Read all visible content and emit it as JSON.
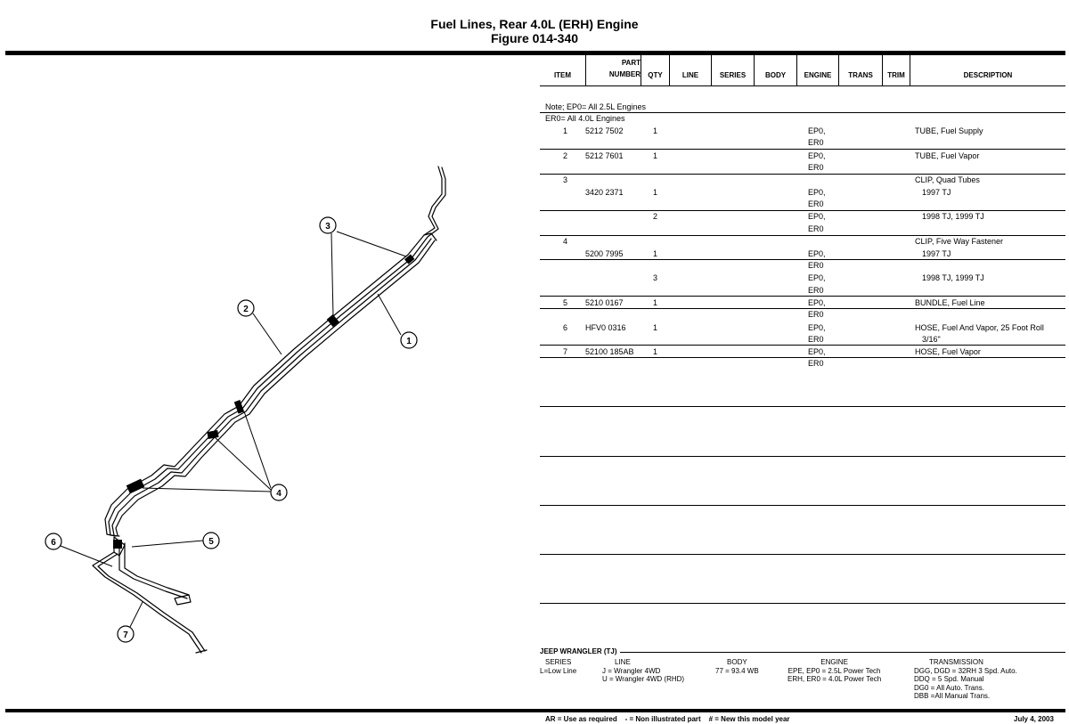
{
  "header": {
    "title": "Fuel Lines, Rear 4.0L (ERH) Engine",
    "figure": "Figure 014-340"
  },
  "diagram": {
    "callouts": [
      "1",
      "2",
      "3",
      "4",
      "5",
      "6",
      "7"
    ]
  },
  "table": {
    "columns": {
      "item": "ITEM",
      "part_top": "PART",
      "part_bottom": "NUMBER",
      "qty": "QTY",
      "line": "LINE",
      "series": "SERIES",
      "body": "BODY",
      "engine": "ENGINE",
      "trans": "TRANS",
      "trim": "TRIM",
      "description": "DESCRIPTION"
    },
    "note1": "Note; EP0= All 2.5L Engines",
    "note2": "ER0= All 4.0L Engines",
    "rows": [
      {
        "item": "1",
        "part": "5212 7502",
        "qty": "1",
        "eng1": "EP0,",
        "eng2": "ER0",
        "desc": "TUBE, Fuel Supply",
        "desc2": ""
      },
      {
        "item": "2",
        "part": "5212 7601",
        "qty": "1",
        "eng1": "EP0,",
        "eng2": "ER0",
        "desc": "TUBE, Fuel Vapor",
        "desc2": ""
      },
      {
        "item": "3",
        "part": "",
        "qty": "",
        "eng1": "",
        "eng2": "",
        "desc": "CLIP, Quad Tubes",
        "desc2": ""
      },
      {
        "item": "",
        "part": "3420 2371",
        "qty": "1",
        "eng1": "EP0,",
        "eng2": "ER0",
        "desc": "1997 TJ",
        "desc2": ""
      },
      {
        "item": "",
        "part": "",
        "qty": "2",
        "eng1": "EP0,",
        "eng2": "ER0",
        "desc": "1998 TJ, 1999 TJ",
        "desc2": ""
      },
      {
        "item": "4",
        "part": "",
        "qty": "",
        "eng1": "",
        "eng2": "",
        "desc": "CLIP, Five Way Fastener",
        "desc2": ""
      },
      {
        "item": "",
        "part": "5200 7995",
        "qty": "1",
        "eng1": "EP0,",
        "eng2": "ER0",
        "desc": "1997 TJ",
        "desc2": ""
      },
      {
        "item": "",
        "part": "",
        "qty": "3",
        "eng1": "EP0,",
        "eng2": "ER0",
        "desc": "1998 TJ, 1999 TJ",
        "desc2": ""
      },
      {
        "item": "5",
        "part": "5210 0167",
        "qty": "1",
        "eng1": "EP0,",
        "eng2": "ER0",
        "desc": "BUNDLE, Fuel Line",
        "desc2": ""
      },
      {
        "item": "6",
        "part": "HFV0 0316",
        "qty": "1",
        "eng1": "EP0,",
        "eng2": "ER0",
        "desc": "HOSE, Fuel And Vapor, 25 Foot Roll",
        "desc2": "3/16\""
      },
      {
        "item": "7",
        "part": "52100 185AB",
        "qty": "1",
        "eng1": "EP0,",
        "eng2": "ER0",
        "desc": "HOSE, Fuel Vapor",
        "desc2": ""
      }
    ]
  },
  "footer_codes": {
    "model": "JEEP WRANGLER (TJ)",
    "series_head": "SERIES",
    "series_1": "L=Low Line",
    "line_head": "LINE",
    "line_1": "J = Wrangler 4WD",
    "line_2": "U = Wrangler 4WD (RHD)",
    "body_head": "BODY",
    "body_1": "77 = 93.4 WB",
    "engine_head": "ENGINE",
    "engine_1": "EPE, EP0 = 2.5L Power Tech",
    "engine_2": "ERH, ER0 = 4.0L Power Tech",
    "trans_head": "TRANSMISSION",
    "trans_1": "DGG, DGD = 32RH 3 Spd. Auto.",
    "trans_2": "DDQ = 5 Spd. Manual",
    "trans_3": "DG0 = All Auto. Trans.",
    "trans_4": "DBB =All Manual Trans."
  },
  "legend": {
    "text": "AR = Use as required    - = Non illustrated part    # = New this model year",
    "date": "July 4, 2003"
  }
}
